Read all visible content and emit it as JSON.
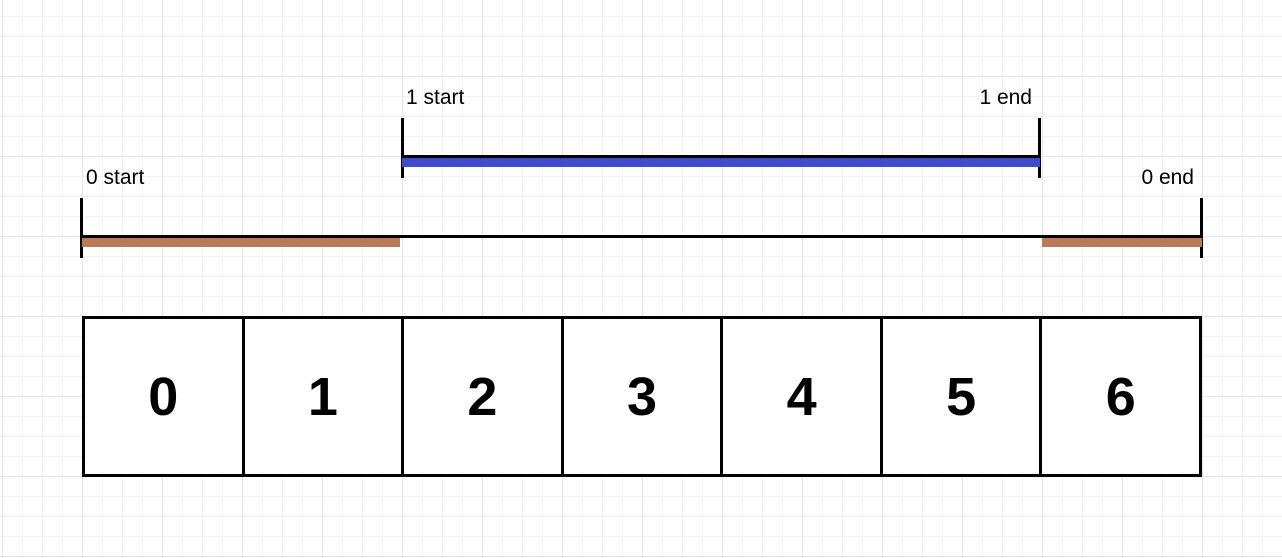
{
  "diagram": {
    "type": "interval-overlap-over-array",
    "intervals": [
      {
        "id": "0",
        "start_label": "0 start",
        "end_label": "0 end",
        "color": "#b87a57",
        "span_cells": [
          0,
          6
        ],
        "colored_segments_cells": [
          [
            0,
            1
          ],
          [
            6,
            6
          ]
        ]
      },
      {
        "id": "1",
        "start_label": "1 start",
        "end_label": "1 end",
        "color": "#3f4bc8",
        "span_cells": [
          2,
          5
        ],
        "colored_segments_cells": [
          [
            2,
            5
          ]
        ]
      }
    ],
    "array_cells": [
      "0",
      "1",
      "2",
      "3",
      "4",
      "5",
      "6"
    ],
    "colors": {
      "background": "#ffffff",
      "grid_minor": "#f2f2f2",
      "grid_major": "#e4e4e4",
      "line": "#000000",
      "text": "#000000",
      "interval_0_bar": "#b87a57",
      "interval_1_bar": "#3f4bc8"
    }
  }
}
